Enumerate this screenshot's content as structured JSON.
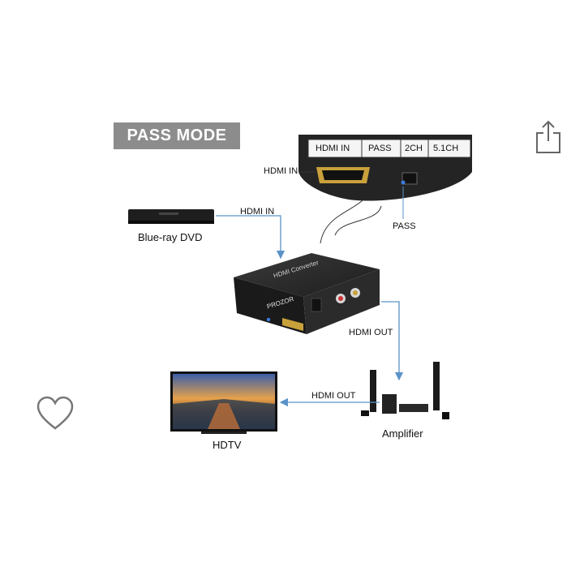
{
  "header": {
    "badge": "PASS MODE"
  },
  "actions": {
    "share_icon": "share-icon",
    "favorite_icon": "heart-icon"
  },
  "inset": {
    "header_labels": [
      "HDMI IN",
      "PASS",
      "2CH",
      "5.1CH"
    ],
    "hdmi_in_label": "HDMI IN",
    "pass_label": "PASS"
  },
  "devices": {
    "source": "Blue-ray DVD",
    "display": "HDTV",
    "audio": "Amplifier"
  },
  "converter": {
    "top_text": "HDMI Converter",
    "brand": "PROZOR"
  },
  "connections": {
    "source_to_converter": "HDMI IN",
    "converter_to_amplifier": "HDMI OUT",
    "amplifier_to_tv": "HDMI OUT"
  },
  "colors": {
    "badge_bg": "#8c8c8c",
    "arrow": "#5b93c7",
    "device_dark": "#2a2a2a"
  }
}
